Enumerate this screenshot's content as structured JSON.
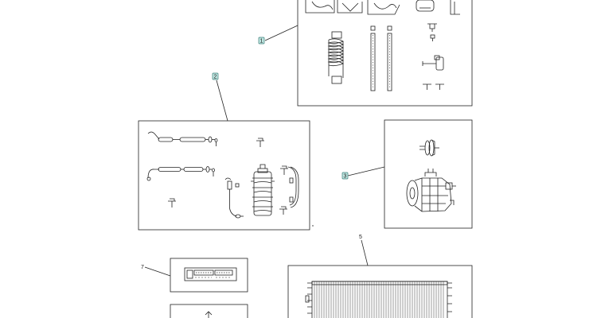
{
  "diagram": {
    "callouts": [
      {
        "id": "c1",
        "label": "1",
        "boxed": true
      },
      {
        "id": "c2",
        "label": "2",
        "boxed": true
      },
      {
        "id": "c3",
        "label": "3",
        "boxed": true
      },
      {
        "id": "c5",
        "label": "5",
        "boxed": false
      },
      {
        "id": "c7",
        "label": "7",
        "boxed": false
      }
    ],
    "control_panel_text": "",
    "colors": {
      "line": "#222222",
      "callout_fill": "#bfe6e1",
      "callout_stroke": "#3a7d78",
      "background": "#ffffff"
    }
  }
}
